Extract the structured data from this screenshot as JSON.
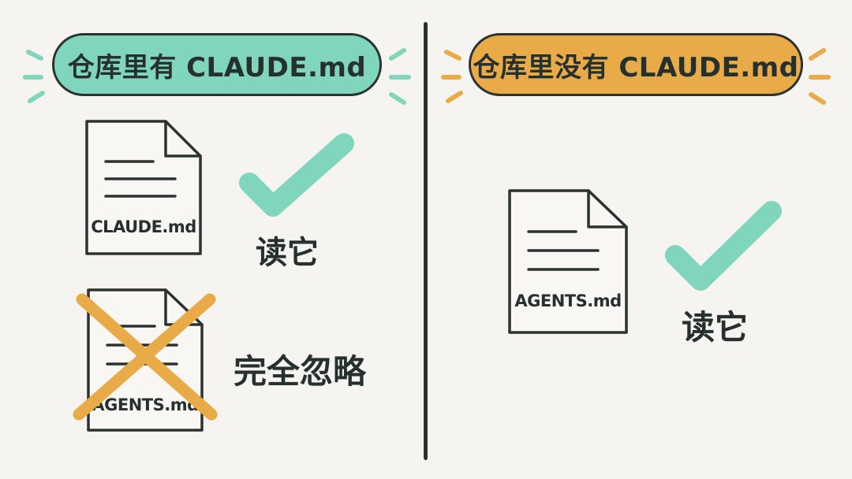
{
  "left_panel": {
    "header": "仓库里有 CLAUDE.md",
    "header_color": "#7fd6bd",
    "doc_read": {
      "filename": "CLAUDE.md",
      "status_icon": "check-icon",
      "action": "读它"
    },
    "doc_ignored": {
      "filename": "AGENTS.md",
      "status_icon": "cross-icon",
      "action": "完全忽略"
    }
  },
  "right_panel": {
    "header": "仓库里没有 CLAUDE.md",
    "header_color": "#e8ab48",
    "doc_read": {
      "filename": "AGENTS.md",
      "status_icon": "check-icon",
      "action": "读它"
    }
  },
  "colors": {
    "green": "#7fd6bd",
    "orange": "#e8ab48",
    "ink": "#2b3331",
    "background": "#f6f4f0"
  }
}
